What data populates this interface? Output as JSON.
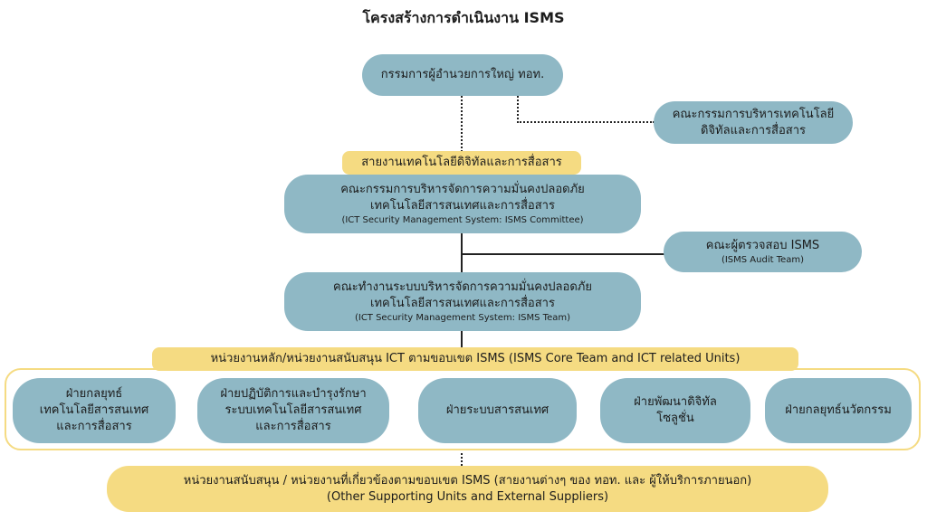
{
  "title": "โครงสร้างการดำเนินงาน ISMS",
  "director": "กรรมการผู้อำนวยการใหญ่ ทอท.",
  "digital_committee": [
    "คณะกรรมการบริหารเทคโนโลยี",
    "ดิจิทัลและการสื่อสาร"
  ],
  "digital_line": "สายงานเทคโนโลยีดิจิทัลและการสื่อสาร",
  "isms_committee": {
    "lines": [
      "คณะกรรมการบริหารจัดการความมั่นคงปลอดภัย",
      "เทคโนโลยีสารสนเทศและการสื่อสาร"
    ],
    "en": "(ICT Security Management System: ISMS Committee)"
  },
  "audit_team": {
    "th": "คณะผู้ตรวจสอบ ISMS",
    "en": "(ISMS Audit Team)"
  },
  "isms_team": {
    "lines": [
      "คณะทำงานระบบบริหารจัดการความมั่นคงปลอดภัย",
      "เทคโนโลยีสารสนเทศและการสื่อสาร"
    ],
    "en": "(ICT Security Management System: ISMS Team)"
  },
  "core_label": "หน่วยงานหลัก/หน่วยงานสนับสนุน ICT ตามขอบเขต ISMS (ISMS Core Team and ICT related Units)",
  "units": [
    [
      "ฝ่ายกลยุทธ์",
      "เทคโนโลยีสารสนเทศ",
      "และการสื่อสาร"
    ],
    [
      "ฝ่ายปฏิบัติการและบำรุงรักษา",
      "ระบบเทคโนโลยีสารสนเทศ",
      "และการสื่อสาร"
    ],
    [
      "ฝ่ายระบบสารสนเทศ"
    ],
    [
      "ฝ่ายพัฒนาดิจิทัล",
      "โซลูชั่น"
    ],
    [
      "ฝ่ายกลยุทธ์นวัตกรรม"
    ]
  ],
  "supporting": [
    "หน่วยงานสนับสนุน / หน่วยงานที่เกี่ยวข้องตามขอบเขต ISMS (สายงานต่างๆ ของ ทอท. และ ผู้ให้บริการภายนอก)",
    "(Other Supporting Units and External Suppliers)"
  ],
  "colors": {
    "blue": "#8fb8c5",
    "yellow": "#f5db82"
  }
}
